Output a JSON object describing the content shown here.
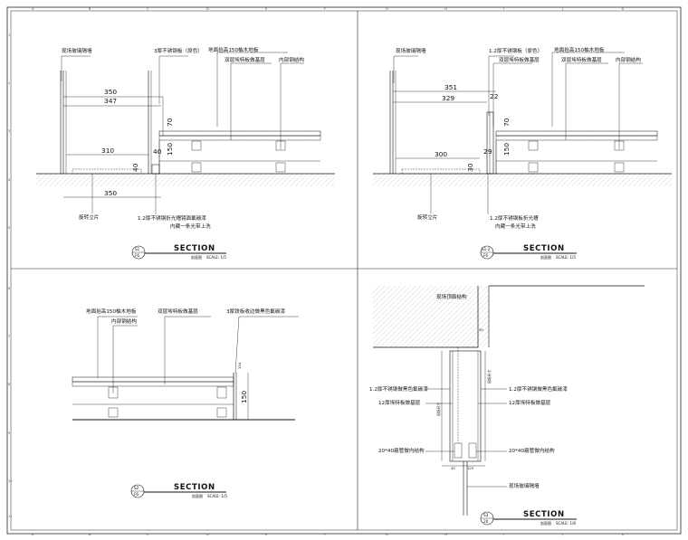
{
  "sheet": {
    "col_letters": [
      "A",
      "B",
      "C",
      "D",
      "E",
      "F",
      "G",
      "H",
      "I",
      "J",
      "K"
    ],
    "row_numbers": [
      "1",
      "2",
      "3",
      "4",
      "5",
      "6",
      "7",
      "8",
      "9",
      "10",
      "11"
    ]
  },
  "panel1": {
    "labels": {
      "glass_partition": "现场玻璃隔墙",
      "steel_plate": "3厚不锈钢板（原色）",
      "floor_raise": "地面抬高150柚木地板",
      "double_base": "双层埃特板做基层",
      "inner_steel": "内部钢结构",
      "rotating_fin": "旋转立片",
      "strip_note1": "1.2厚不锈钢折光槽镜面氟碳漆",
      "strip_note2": "内藏一条光带上洗"
    },
    "dims": {
      "d350_top": "350",
      "d347": "347",
      "d70": "70",
      "d310": "310",
      "d40a": "40",
      "d150": "150",
      "d40b": "40",
      "d350_bot": "350"
    },
    "tag": {
      "num": "S1",
      "sheet": "F6"
    },
    "title": {
      "main": "SECTION",
      "sub": "剖面图",
      "scale": "SCALE: 1/5"
    }
  },
  "panel2": {
    "labels": {
      "glass_partition": "现场玻璃隔墙",
      "steel_plate": "1.2厚不锈钢板（原色）",
      "double_base_l": "双层埃特板做基层",
      "floor_raise": "地面抬高150柚木地板",
      "double_base_r": "双层埃特板做基层",
      "inner_steel": "内部钢结构",
      "rotating_fin": "旋转立片",
      "strip_note1": "1.2厚不锈钢板折光槽",
      "strip_note2": "内藏一条光带上洗"
    },
    "dims": {
      "d351": "351",
      "d22": "22",
      "d329": "329",
      "d70": "70",
      "d29": "29",
      "d300": "300",
      "d150": "150",
      "d30": "30"
    },
    "tag": {
      "num": "S1-2",
      "sheet": "F6"
    },
    "title": {
      "main": "SECTION",
      "sub": "剖面图",
      "scale": "SCALE: 1/5"
    }
  },
  "panel3": {
    "labels": {
      "floor_raise": "地面抬高150柚木地板",
      "inner_steel": "内部钢结构",
      "double_base": "双层埃特板做基层",
      "edge_trim": "3厚铁板收边做黑色氟碳漆"
    },
    "dims": {
      "d150": "150",
      "d154": "154"
    },
    "tag": {
      "num": "S2",
      "sheet": "F6"
    },
    "title": {
      "main": "SECTION",
      "sub": "剖面图",
      "scale": "SCALE: 1/5"
    }
  },
  "panel4": {
    "labels": {
      "ceiling": "现场顶面结构",
      "steel_l": "1.2厚不锈钢做黑色氟碳漆",
      "steel_r": "1.2厚不锈钢做黑色氟碳漆",
      "board_l": "12厚埃特板做基层",
      "board_r": "12厚埃特板做基层",
      "tube_l": "20*40扁管做内结构",
      "tube_r": "20*40扁管做内结构",
      "glass_partition": "现场玻璃隔墙",
      "site_dim_l": "现场尺寸",
      "site_dim_r": "现场尺寸"
    },
    "dims": {
      "d30": "30",
      "d45": "45",
      "d125": "125"
    },
    "tag": {
      "num": "S3",
      "sheet": "20"
    },
    "title": {
      "main": "SECTION",
      "sub": "剖面图",
      "scale": "SCALE: 1/8"
    }
  }
}
